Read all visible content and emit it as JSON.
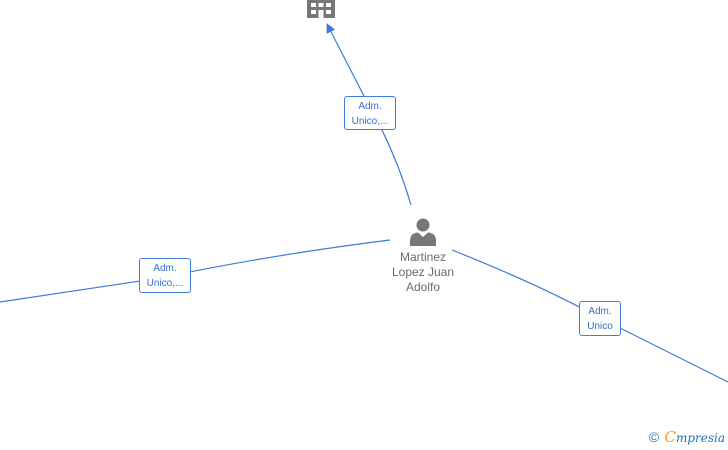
{
  "graph": {
    "center_person": {
      "name_lines": [
        "Martinez",
        "Lopez Juan",
        "Adolfo"
      ],
      "icon": "person-icon"
    },
    "company_node": {
      "icon": "building-icon"
    },
    "edges": [
      {
        "id": "top",
        "label_lines": [
          "Adm.",
          "Unico,..."
        ]
      },
      {
        "id": "left",
        "label_lines": [
          "Adm.",
          "Unico,..."
        ]
      },
      {
        "id": "right",
        "label_lines": [
          "Adm.",
          "Unico"
        ]
      }
    ],
    "colors": {
      "edge": "#3b7dd8",
      "label_text": "#2f6fc9",
      "node_icon": "#777777"
    }
  },
  "footer": {
    "copyright_symbol": "©",
    "brand_initial": "C",
    "brand_rest": "mpresia"
  }
}
